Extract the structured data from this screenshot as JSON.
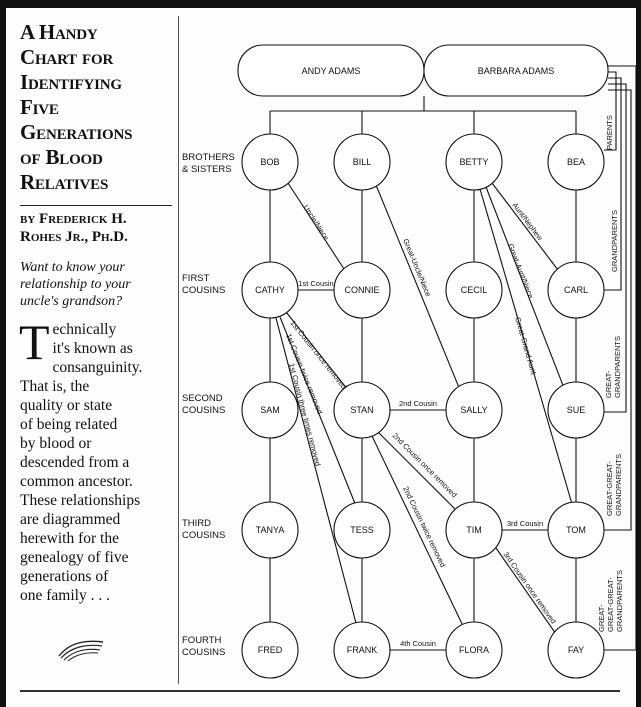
{
  "article": {
    "title_line1": "A Handy",
    "title_line2": "Chart for",
    "title_line3": "Identifying",
    "title_line4": "Five",
    "title_line5": "Generations",
    "title_line6": "of Blood",
    "title_line7": "Relatives",
    "byline_line1": "by Frederick H.",
    "byline_line2": "Rohes Jr., Ph.D.",
    "deck_line1": "Want to know your",
    "deck_line2": "relationship to your",
    "deck_line3": "uncle's grandson?",
    "dropcap": "T",
    "body_line1": "echnically",
    "body_line2": "it's known as",
    "body_line3": "consanguinity.",
    "body_line4": "That is, the",
    "body_line5": "quality or state",
    "body_line6": "of being related",
    "body_line7": "by blood or",
    "body_line8": "descended from a",
    "body_line9": "common ancestor.",
    "body_line10": "These relationships",
    "body_line11": "are diagrammed",
    "body_line12": "herewith for the",
    "body_line13": "genealogy of five",
    "body_line14": "generations of",
    "body_line15": "one family . . ."
  },
  "diagram": {
    "ancestors": {
      "left": "ANDY ADAMS",
      "right": "BARBARA ADAMS"
    },
    "generations": {
      "g1_line1": "BROTHERS",
      "g1_line2": "& SISTERS",
      "g2_line1": "FIRST",
      "g2_line2": "COUSINS",
      "g3_line1": "SECOND",
      "g3_line2": "COUSINS",
      "g4_line1": "THIRD",
      "g4_line2": "COUSINS",
      "g5_line1": "FOURTH",
      "g5_line2": "COUSINS"
    },
    "people": {
      "bob": "BOB",
      "bill": "BILL",
      "betty": "BETTY",
      "bea": "BEA",
      "cathy": "CATHY",
      "connie": "CONNIE",
      "cecil": "CECIL",
      "carl": "CARL",
      "sam": "SAM",
      "stan": "STAN",
      "sally": "SALLY",
      "sue": "SUE",
      "tanya": "TANYA",
      "tess": "TESS",
      "tim": "TIM",
      "tom": "TOM",
      "fred": "FRED",
      "frank": "FRANK",
      "flora": "FLORA",
      "fay": "FAY"
    },
    "edge_labels": {
      "first_cousin": "1st Cousin",
      "second_cousin": "2nd Cousin",
      "third_cousin": "3rd Cousin",
      "fourth_cousin": "4th Cousin",
      "uncle_niece": "Uncle/Niece",
      "aunt_nephew": "Aunt/Nephew",
      "great_uncle_niece": "Great-Uncle/Niece",
      "great_aunt_niece": "Great-Aunt/Niece",
      "great_grand_aunt": "Great-Grand Aunt",
      "first_cousin_once_removed": "1st Cousin once removed",
      "first_cousin_twice_removed": "1st Cousin twice removed",
      "first_cousin_three_times_removed": "1st Cousin three times removed",
      "second_cousin_once_removed": "2nd Cousin once removed",
      "second_cousin_twice_removed": "2nd Cousin twice removed",
      "third_cousin_once_removed": "3rd Cousin once removed"
    },
    "ancestor_labels": {
      "parents": "PARENTS",
      "grandparents": "GRANDPARENTS",
      "great_grandparents_1": "GREAT-",
      "great_grandparents_2": "GRANDPARENTS",
      "gg_grandparents_1": "GREAT-GREAT-",
      "gg_grandparents_2": "GRANDPARENTS",
      "ggg_grandparents_1": "GREAT-",
      "ggg_grandparents_2": "GREAT-GREAT-",
      "ggg_grandparents_3": "GRANDPARENTS"
    }
  }
}
